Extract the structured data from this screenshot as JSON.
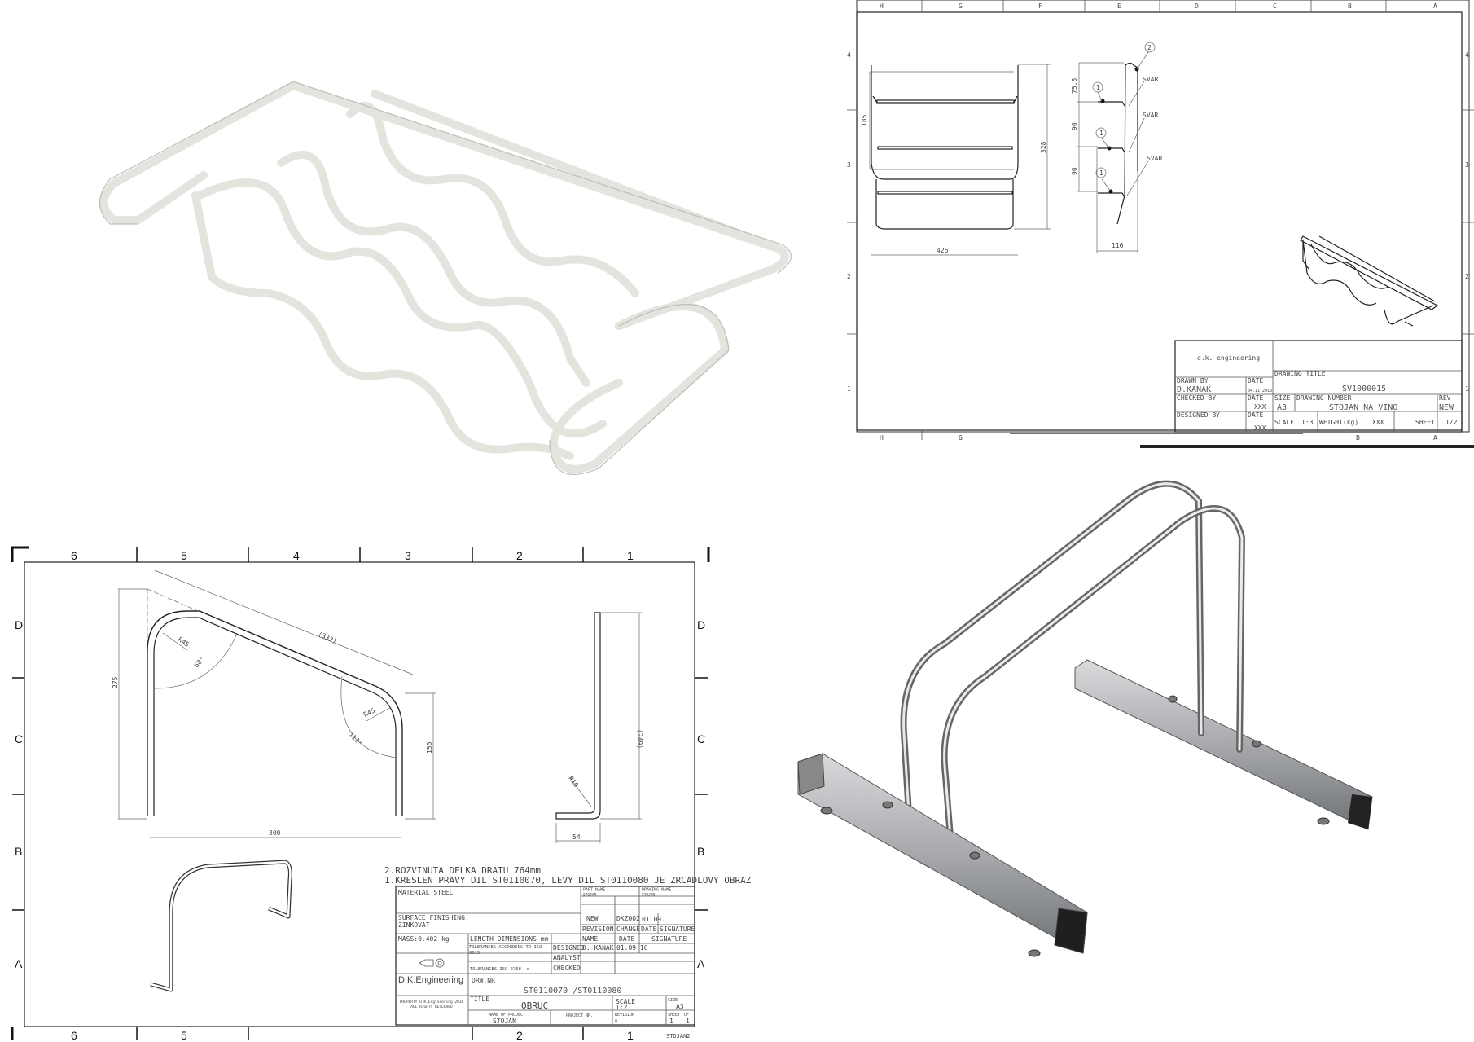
{
  "wine_rack_drawing": {
    "zone_letters": [
      "H",
      "G",
      "F",
      "E",
      "D",
      "C",
      "B",
      "A"
    ],
    "zone_numbers": [
      "4",
      "3",
      "2",
      "1"
    ],
    "dimensions": {
      "overall_width": "426",
      "overall_height": "328",
      "inner_height": "185",
      "pitch_top": "75.5",
      "pitch_mid": "90",
      "pitch_bottom": "90",
      "depth": "116"
    },
    "callouts": [
      "2",
      "1",
      "1",
      "1"
    ],
    "weld_label": "SVAR",
    "title_block": {
      "company": "d.k. engineering",
      "drawn_by_label": "DRAWN BY",
      "drawn_by": "D.KANAK",
      "date_label": "DATE",
      "date": "04.11.2016",
      "checked_by_label": "CHECKED BY",
      "designed_by_label": "DESIGNED BY",
      "placeholder": "XXX",
      "drawing_title_label": "DRAWING TITLE",
      "drawing_title": "SV1000015",
      "size_label": "SIZE",
      "size": "A3",
      "drawing_number_label": "DRAWING NUMBER",
      "drawing_number": "STOJAN NA VINO",
      "rev_label": "REV",
      "rev": "NEW",
      "scale_label": "SCALE",
      "scale": "1:3",
      "weight_label": "WEIGHT(kg)",
      "weight": "XXX",
      "sheet_label": "SHEET",
      "sheet": "1/2",
      "bottom_zones": [
        "B",
        "A"
      ]
    }
  },
  "hoop_drawing": {
    "zone_numbers": [
      "6",
      "5",
      "4",
      "3",
      "2",
      "1"
    ],
    "zone_letters": [
      "D",
      "C",
      "B",
      "A"
    ],
    "dimensions": {
      "height": "275",
      "width": "300",
      "right_height": "150",
      "slope_length": "(332)",
      "radius_left": "R45",
      "angle_left": "68°",
      "radius_right": "R45",
      "angle_right": "112°",
      "side_height": "(249)",
      "side_radius": "R10",
      "side_foot": "54"
    },
    "notes": [
      "2.ROZVINUTA DELKA DRATU 764mm",
      "1.KRESLEN PRAVY DIL ST0110070, LEVY DIL ST0110080 JE ZRCADLOVY OBRAZ"
    ],
    "title_block": {
      "material": "MATERIAL  STEEL",
      "part_name_label": "PART NAME",
      "part_name": "STOJAN",
      "drawing_name_label": "DRAWING NAME",
      "drawing_name": "STOJAN",
      "surface_label": "SURFACE FINISHING:",
      "surface": "ZINKOVAT",
      "rev_new": "NEW",
      "rev_change_no": "DKZ002",
      "rev_date": "01.09.",
      "revision_label": "REVISION",
      "change_label": "CHANGE",
      "date_label": "DATE",
      "signature_label": "SIGNATURE",
      "mass": "MASS:0.402 kg",
      "length_dims": "LENGTH DIMENSIONS mm",
      "tolerances_1": "TOLERANCES ACCORDING TO ISO 8015",
      "tolerances_2": "TOLERANCES ISO 2768 -c",
      "name_label": "NAME",
      "designed_label": "DESIGNED",
      "analyst_label": "ANALYST",
      "checked_label": "CHECKED",
      "designed_name": "D. KANAK",
      "designed_date": "01.09.16",
      "company": "D.K.Engineering",
      "drw_nr_label": "DRW.NR",
      "drw_nr": "ST0110070 /ST0110080",
      "title_label": "TITLE",
      "title": "OBRUC",
      "scale_label": "SCALE",
      "scale": "1:2",
      "size_label": "SIZE",
      "size": "A3",
      "property": "PROPERTY O.K.Engineering 2016 ALL RIGHTS RESERVED",
      "project_name_label": "NAME OF PROJECT",
      "project_name": "STOJAN",
      "project_nr_label": "PROJECT NR.",
      "revision_no_label": "REVISION",
      "revision_no": "A",
      "sheet_label": "SHEET",
      "of_label": "OF",
      "sheet": "1",
      "of": "1",
      "file_tag": "STOJAN2"
    }
  }
}
